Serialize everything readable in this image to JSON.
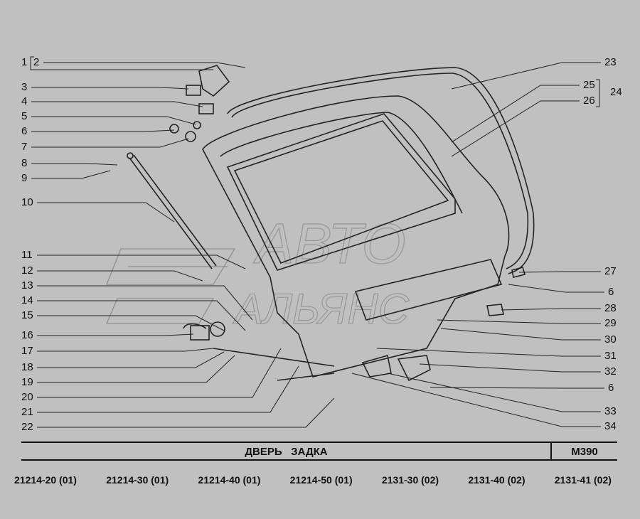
{
  "callouts_left": [
    "1",
    "2",
    "3",
    "4",
    "5",
    "6",
    "7",
    "8",
    "9",
    "10",
    "11",
    "12",
    "13",
    "14",
    "15",
    "16",
    "17",
    "18",
    "19",
    "20",
    "21",
    "22"
  ],
  "callouts_right": [
    "23",
    "25",
    "24",
    "26",
    "27",
    "6",
    "28",
    "29",
    "30",
    "31",
    "32",
    "6",
    "33",
    "34"
  ],
  "watermark": "АВТО АЛЬЯНС",
  "footer": {
    "title": "ДВЕРЬ   ЗАДКА",
    "code": "М390",
    "models": [
      "21214-20 (01)",
      "21214-30 (01)",
      "21214-40 (01)",
      "21214-50 (01)",
      "2131-30 (02)",
      "2131-40 (02)",
      "2131-41 (02)"
    ]
  }
}
